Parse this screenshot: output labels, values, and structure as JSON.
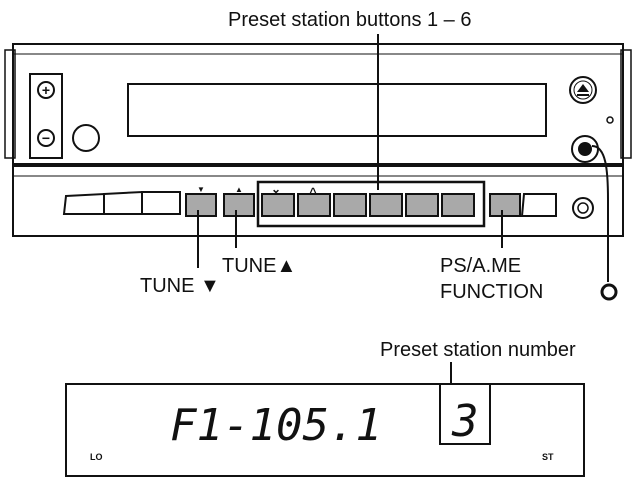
{
  "callouts": {
    "preset_buttons": "Preset station buttons 1 – 6",
    "tune_up": "TUNE▲",
    "tune_down": "TUNE ▼",
    "ps_ame": "PS/A.ME",
    "function": "FUNCTION",
    "preset_number": "Preset station number"
  },
  "unit_marks": {
    "volume_plus": "+",
    "volume_minus": "−",
    "tune_down_mark": "▼",
    "tune_up_mark": "▲",
    "preset1_mark": "⌄",
    "preset2_mark": "^"
  },
  "display": {
    "frequency": "F1-105.1",
    "preset_number": "3",
    "indicator_lo": "LO",
    "indicator_st": "ST"
  },
  "colors": {
    "outline": "#111111",
    "button_fill": "#a9a9a9",
    "background": "#ffffff"
  }
}
